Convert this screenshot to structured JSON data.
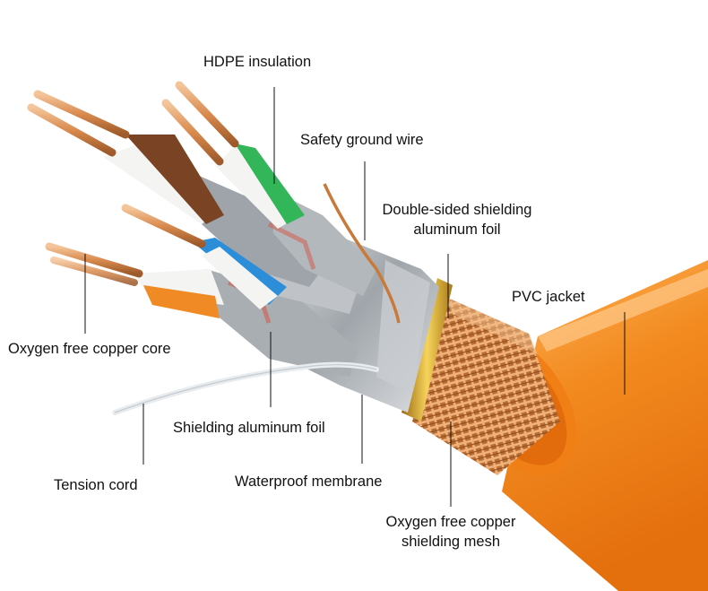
{
  "labels": {
    "hdpe": "HDPE insulation",
    "ground": "Safety ground wire",
    "double_foil_line1": "Double-sided shielding",
    "double_foil_line2": "aluminum foil",
    "pvc": "PVC jacket",
    "copper_core": "Oxygen free copper core",
    "shield_foil": "Shielding aluminum foil",
    "tension": "Tension cord",
    "membrane": "Waterproof membrane",
    "mesh_line1": "Oxygen free copper",
    "mesh_line2": "shielding mesh"
  },
  "colors": {
    "jacket": "#f28a1f",
    "copper": "#d98a4e",
    "foil": "#b8bcc0",
    "mesh": "#c97a3a",
    "brown": "#7a4424",
    "green": "#33b55a",
    "blue": "#2c8ed8",
    "orange": "#f08a24"
  }
}
